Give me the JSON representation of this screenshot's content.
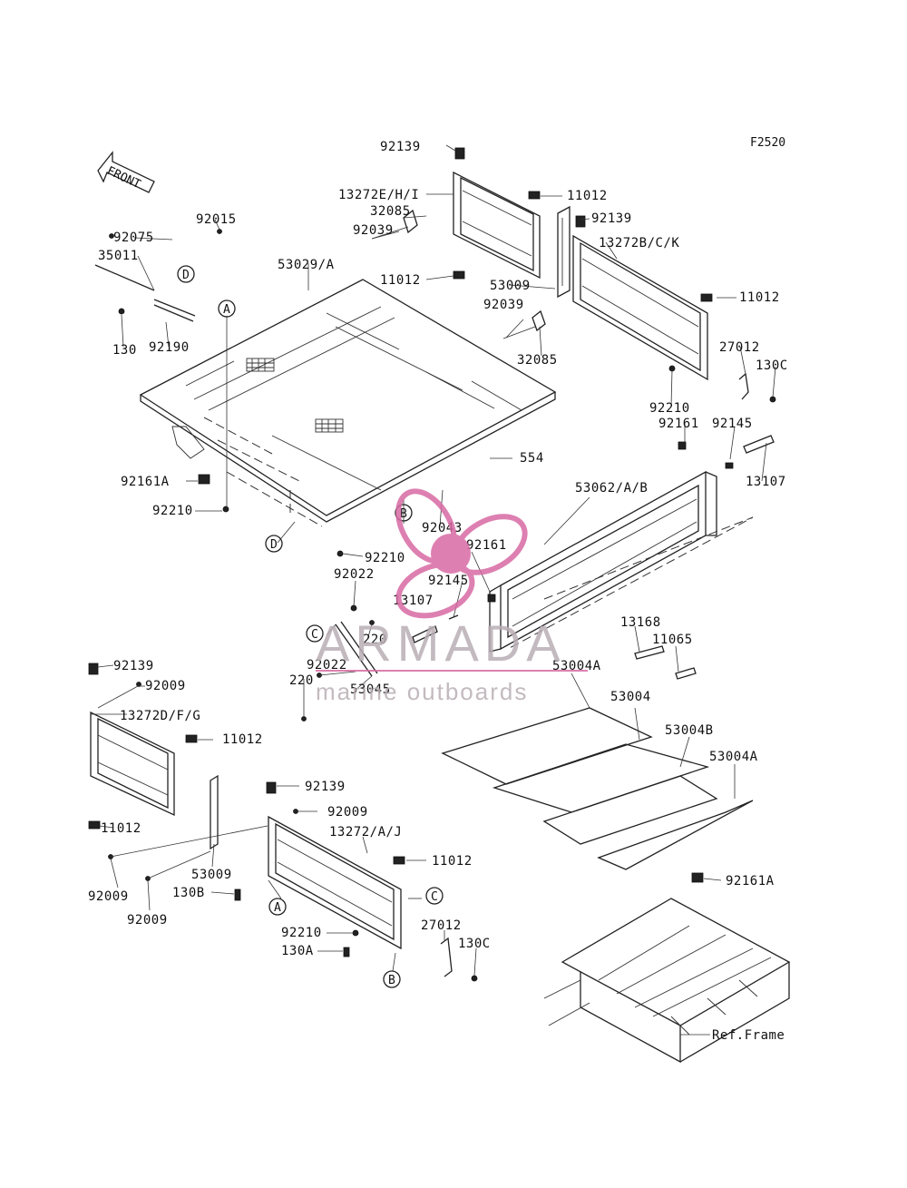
{
  "figure_code": "F2520",
  "front_label": "FRONT",
  "colors": {
    "watermark": "#d86aa4",
    "watermark_text": "#b9aeb4",
    "line": "#222222"
  },
  "watermark": {
    "brand": "ARMADA",
    "tagline": "marine outboards"
  },
  "ref_frame": "Ref.Frame",
  "parts": [
    "92139",
    "13272E/H/I",
    "32085",
    "92039",
    "11012",
    "53009",
    "13272B/C/K",
    "92075",
    "35011",
    "92015",
    "130",
    "92190",
    "53029/A",
    "27012",
    "130C",
    "92210",
    "92161",
    "92145",
    "13107",
    "554",
    "92161A",
    "92043",
    "53062/A/B",
    "92022",
    "220",
    "53045",
    "13168",
    "11065",
    "53004A",
    "53004",
    "53004B",
    "13272D/F/G",
    "92009",
    "13272/A/J",
    "130B",
    "130A"
  ],
  "callouts": [
    "A",
    "B",
    "C",
    "D"
  ]
}
